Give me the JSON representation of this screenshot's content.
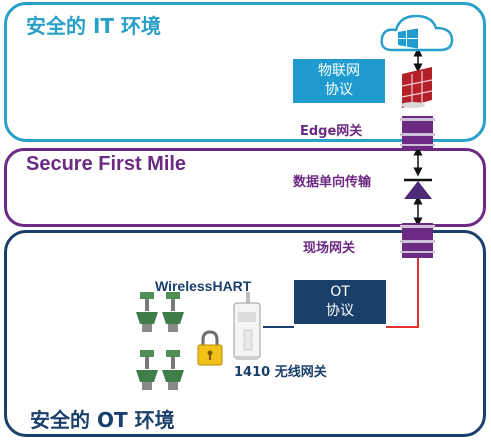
{
  "zones": {
    "it": {
      "title": "安全的 IT 环境"
    },
    "sfm": {
      "title": "Secure First Mile"
    },
    "ot": {
      "title": "安全的 OT 环境"
    }
  },
  "boxes": {
    "iot_protocol": {
      "line1": "物联网",
      "line2": "协议"
    },
    "ot_protocol": {
      "line1": "OT",
      "line2": "协议"
    }
  },
  "labels": {
    "edge_gateway": "Edge网关",
    "unidirectional": "数据单向传输",
    "field_gateway": "现场网关",
    "wirelesshart": "WirelessHART",
    "wireless_gateway": "1410 无线网关"
  },
  "icons": [
    "cloud-icon",
    "windows-logo-icon",
    "firewall-icon",
    "edge-gateway-icon",
    "data-diode-icon",
    "field-gateway-icon",
    "valve-icon",
    "padlock-icon",
    "wireless-gateway-icon"
  ],
  "colors": {
    "it_border": "#2a9fc8",
    "sfm_border": "#6d2a83",
    "ot_border": "#1b3f6b",
    "iot_box": "#1f9bcf",
    "ot_box": "#1b3f6b",
    "firewall": "#b3202a",
    "line": "#e23030"
  }
}
